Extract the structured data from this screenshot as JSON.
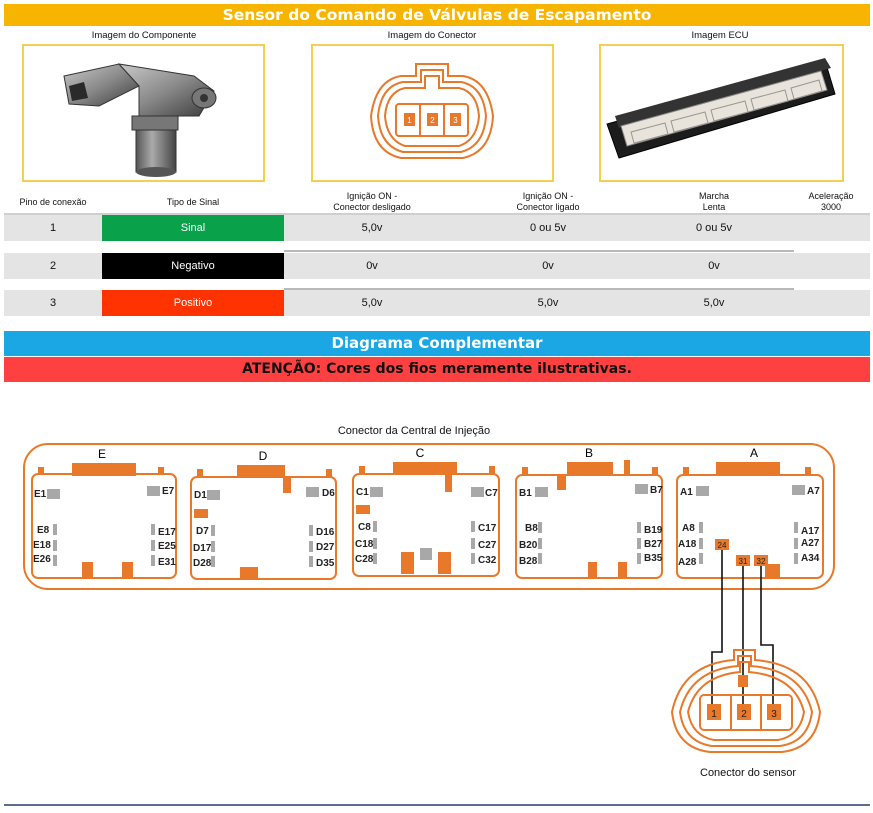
{
  "title": "Sensor do Comando de Válvulas de Escapamento",
  "images": {
    "component_caption": "Imagem do Componente",
    "connector_caption": "Imagem do Conector",
    "ecu_caption": "Imagem ECU",
    "connector_pins": [
      "1",
      "2",
      "3"
    ]
  },
  "table": {
    "headers": {
      "pin": "Pino de conexão",
      "signal_type": "Tipo de Sinal",
      "ign_off_1": "Ignição ON -",
      "ign_off_2": "Conector desligado",
      "ign_on_1": "Ignição ON -",
      "ign_on_2": "Conector ligado",
      "idle_1": "Marcha",
      "idle_2": "Lenta",
      "accel_1": "Aceleração",
      "accel_2": "3000"
    },
    "rows": [
      {
        "pin": "1",
        "signal": "Sinal",
        "color": "#0aa14b",
        "ign_off": "5,0v",
        "ign_on": "0 ou 5v",
        "idle": "0 ou 5v",
        "accel": ""
      },
      {
        "pin": "2",
        "signal": "Negativo",
        "color": "#000000",
        "ign_off": "0v",
        "ign_on": "0v",
        "idle": "0v",
        "accel": ""
      },
      {
        "pin": "3",
        "signal": "Positivo",
        "color": "#ff3300",
        "ign_off": "5,0v",
        "ign_on": "5,0v",
        "idle": "5,0v",
        "accel": ""
      }
    ]
  },
  "diagram_title": "Diagrama Complementar",
  "warning": "ATENÇÃO: Cores dos fios meramente ilustrativas.",
  "ecu_connector": {
    "title": "Conector da Central de Injeção",
    "blocks": [
      {
        "letter": "E",
        "labels": [
          "E1",
          "E7",
          "E8",
          "E17",
          "E18",
          "E25",
          "E26",
          "E31"
        ]
      },
      {
        "letter": "D",
        "labels": [
          "D1",
          "D6",
          "D7",
          "D16",
          "D17",
          "D27",
          "D28",
          "D35"
        ]
      },
      {
        "letter": "C",
        "labels": [
          "C1",
          "C7",
          "C8",
          "C17",
          "C18",
          "C27",
          "C28",
          "C32"
        ]
      },
      {
        "letter": "B",
        "labels": [
          "B1",
          "B7",
          "B8",
          "B19",
          "B20",
          "B27",
          "B28",
          "B35"
        ]
      },
      {
        "letter": "A",
        "labels": [
          "A1",
          "A7",
          "A8",
          "A17",
          "A18",
          "A27",
          "A28",
          "A34"
        ]
      }
    ],
    "used_pins": [
      "24",
      "31",
      "32"
    ]
  },
  "sensor_connector": {
    "caption": "Conector do sensor",
    "pins": [
      "1",
      "2",
      "3"
    ]
  },
  "colors": {
    "title_bar": "#f7b400",
    "diagram_bar": "#1aa7e4",
    "warning_bar": "#ff4040",
    "connector_orange": "#e8782a",
    "frame_yellow": "#f4cf55"
  }
}
